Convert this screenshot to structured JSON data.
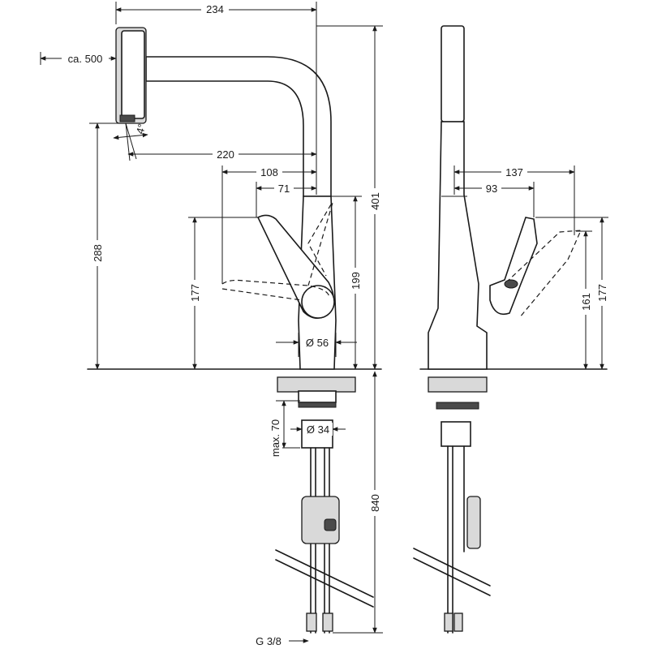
{
  "dimensions": {
    "overall_width": "234",
    "spray_pullout": "ca. 500",
    "spray_angle": "4°",
    "spout_reach": "220",
    "lever_reach_108": "108",
    "lever_offset_71": "71",
    "clearance_height": "288",
    "lever_height_177": "177",
    "body_height_199": "199",
    "overall_height": "401",
    "base_diameter": "Ø 56",
    "max_deck_thickness": "max. 70",
    "hole_diameter": "Ø 34",
    "hose_length": "840",
    "connection_thread": "G 3/8",
    "side_lever_reach_137": "137",
    "side_lever_reach_93": "93",
    "side_height_161": "161",
    "side_height_177": "177"
  }
}
